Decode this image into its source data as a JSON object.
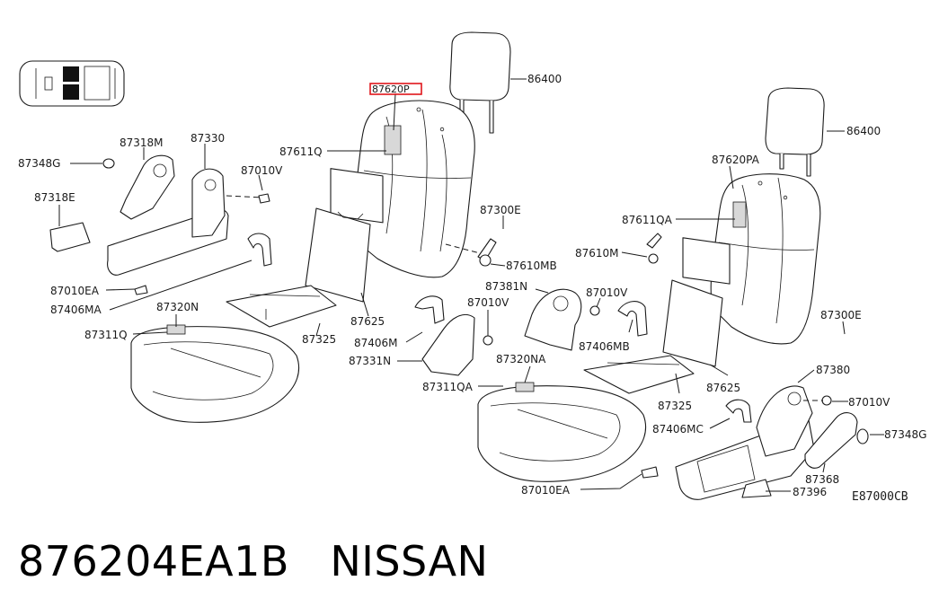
{
  "caption": {
    "part_number": "876204EA1B",
    "brand": "NISSAN"
  },
  "diagram_code": "E87000CB",
  "highlight_color": "#e0161b",
  "highlighted_label": "87620P",
  "labels": [
    {
      "id": "highlighted",
      "text": "87620P"
    },
    {
      "id": "l_86400_a",
      "text": "86400"
    },
    {
      "id": "l_86400_b",
      "text": "86400"
    },
    {
      "id": "l_87611Q",
      "text": "87611Q"
    },
    {
      "id": "l_87318M",
      "text": "87318M"
    },
    {
      "id": "l_87330",
      "text": "87330"
    },
    {
      "id": "l_87348G_a",
      "text": "87348G"
    },
    {
      "id": "l_87010V_a",
      "text": "87010V"
    },
    {
      "id": "l_87318E",
      "text": "87318E"
    },
    {
      "id": "l_87300E_a",
      "text": "87300E"
    },
    {
      "id": "l_87620PA",
      "text": "87620PA"
    },
    {
      "id": "l_87611QA",
      "text": "87611QA"
    },
    {
      "id": "l_87610M",
      "text": "87610M"
    },
    {
      "id": "l_87610MB",
      "text": "87610MB"
    },
    {
      "id": "l_87010EA_a",
      "text": "87010EA"
    },
    {
      "id": "l_87406MA",
      "text": "87406MA"
    },
    {
      "id": "l_87320N",
      "text": "87320N"
    },
    {
      "id": "l_87381N",
      "text": "87381N"
    },
    {
      "id": "l_87010V_b",
      "text": "87010V"
    },
    {
      "id": "l_87010V_c",
      "text": "87010V"
    },
    {
      "id": "l_87311Q",
      "text": "87311Q"
    },
    {
      "id": "l_87625_a",
      "text": "87625"
    },
    {
      "id": "l_87325_a",
      "text": "87325"
    },
    {
      "id": "l_87406M",
      "text": "87406M"
    },
    {
      "id": "l_87406MB",
      "text": "87406MB"
    },
    {
      "id": "l_87300E_b",
      "text": "87300E"
    },
    {
      "id": "l_87331N",
      "text": "87331N"
    },
    {
      "id": "l_87320NA",
      "text": "87320NA"
    },
    {
      "id": "l_87380",
      "text": "87380"
    },
    {
      "id": "l_87311QA",
      "text": "87311QA"
    },
    {
      "id": "l_87325_b",
      "text": "87325"
    },
    {
      "id": "l_87625_b",
      "text": "87625"
    },
    {
      "id": "l_87010V_d",
      "text": "87010V"
    },
    {
      "id": "l_87406MC",
      "text": "87406MC"
    },
    {
      "id": "l_87348G_b",
      "text": "87348G"
    },
    {
      "id": "l_87368",
      "text": "87368"
    },
    {
      "id": "l_87010EA_b",
      "text": "87010EA"
    },
    {
      "id": "l_87396",
      "text": "87396"
    }
  ]
}
